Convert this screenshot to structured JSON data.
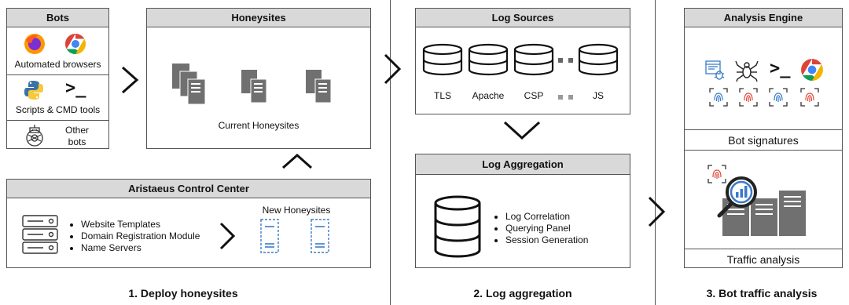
{
  "bots": {
    "title": "Bots",
    "automated": "Automated browsers",
    "scripts": "Scripts & CMD tools",
    "other_line1": "Other",
    "other_line2": "bots"
  },
  "honeysites": {
    "title": "Honeysites",
    "caption": "Current Honeysites"
  },
  "control_center": {
    "title": "Aristaeus Control Center",
    "items": [
      "Website Templates",
      "Domain Registration Module",
      "Name Servers"
    ],
    "new_label": "New Honeysites"
  },
  "log_sources": {
    "title": "Log Sources",
    "labels": [
      "TLS",
      "Apache",
      "CSP",
      "JS"
    ]
  },
  "log_aggregation": {
    "title": "Log Aggregation",
    "items": [
      "Log Correlation",
      "Querying Panel",
      "Session Generation"
    ]
  },
  "analysis": {
    "title": "Analysis Engine",
    "signatures": "Bot signatures",
    "traffic": "Traffic analysis",
    "cmd_glyph": ">_"
  },
  "steps": [
    "1. Deploy honeysites",
    "2. Log aggregation",
    "3. Bot traffic analysis"
  ],
  "colors": {
    "header": "#d9d9d9",
    "blue": "#3a7bc8",
    "server": "#707070",
    "fingerprint_red": "#e04a3a"
  }
}
